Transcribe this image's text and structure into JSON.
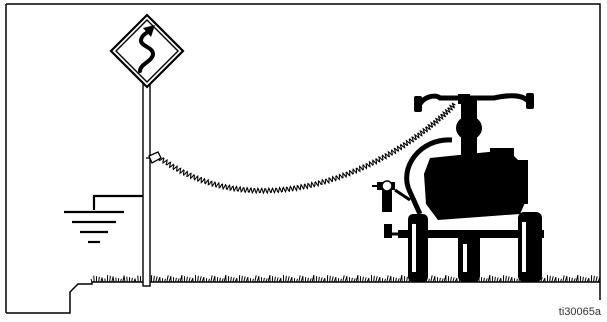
{
  "figure": {
    "id_label": "ti30065a",
    "ground_symbol": "ground-icon",
    "road_sign": "winding-road-sign-icon",
    "grounding_clamp": "grounding-clamp-icon",
    "grounding_wire": "coiled-ground-wire",
    "sprayer": "line-striper-sprayer-silhouette",
    "colors": {
      "ink": "#000000",
      "background": "#ffffff",
      "sign_fill": "#ffffff"
    }
  }
}
